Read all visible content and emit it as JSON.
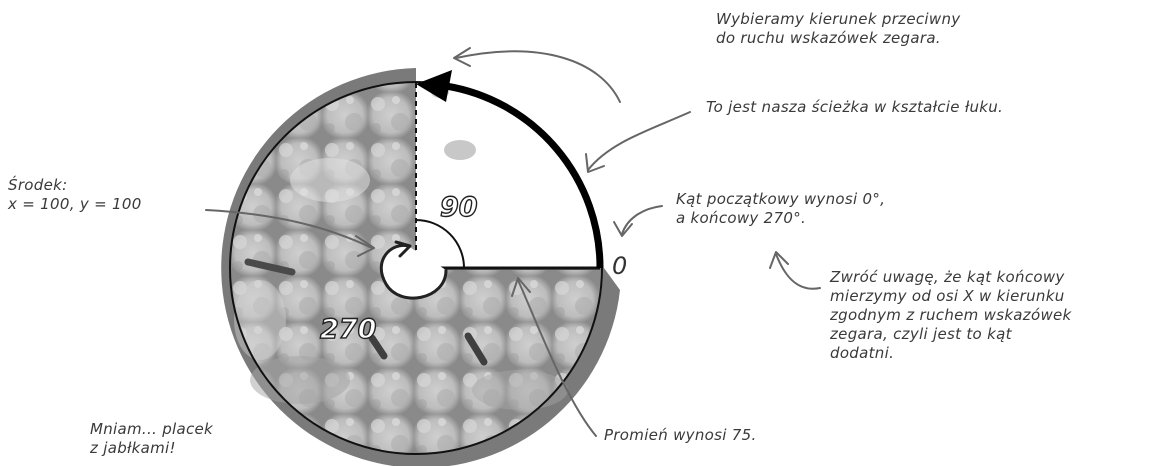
{
  "annotations": {
    "direction": [
      "Wybieramy kierunek przeciwny",
      "do ruchu wskazówek zegara."
    ],
    "arc_path": "To jest nasza ścieżka w kształcie łuku.",
    "center": [
      "Środek:",
      "x = 100, y = 100"
    ],
    "angles": [
      "Kąt początkowy wynosi 0°,",
      "a końcowy 270°."
    ],
    "note": [
      "Zwróć uwagę, że kąt końcowy",
      "mierzymy od osi X w kierunku",
      "zgodnym z ruchem wskazówek",
      "zegara, czyli jest to kąt",
      "dodatni."
    ],
    "pie": [
      "Mniam... placek",
      "z jabłkami!"
    ],
    "radius": "Promień wynosi 75."
  },
  "labels": {
    "angle_90": "90",
    "angle_270": "270",
    "angle_0": "0"
  },
  "colors": {
    "pie_crust": "#b9b9b9",
    "pie_dark": "#6e6e6e",
    "ink": "#111111",
    "note_text": "#3a3a3a"
  }
}
